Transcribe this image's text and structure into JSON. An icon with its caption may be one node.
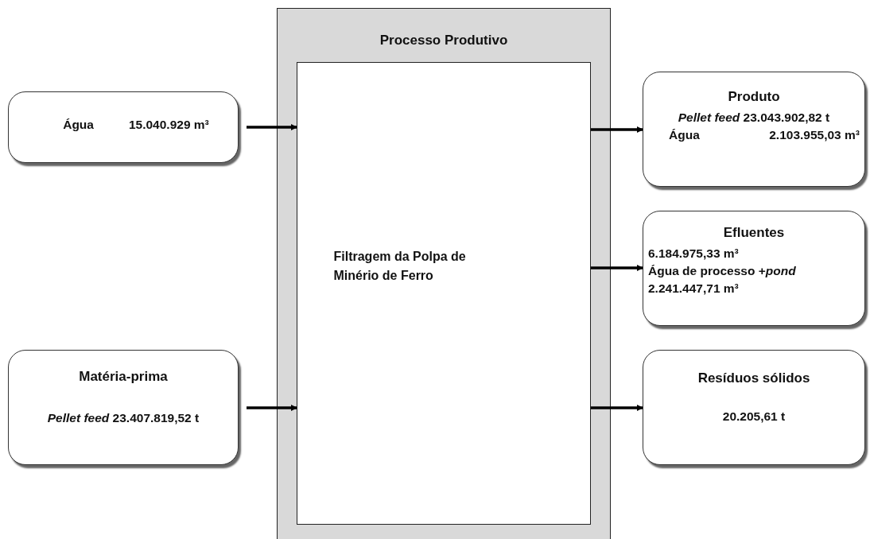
{
  "diagram": {
    "nodes": [
      {
        "text": [
          "Processo Produtivo"
        ]
      },
      {
        "text": [
          "Filtragem da Polpa de Minério de Ferro"
        ],
        "in": 0
      },
      {
        "text": [
          "Água",
          "15.040.929 m³"
        ]
      },
      {
        "text": [
          "Matéria-prima",
          "*Pellet feed*  23.407.819,52 t"
        ]
      },
      {
        "text": [
          "Produto",
          "*Pellet feed* 23.043.902,82 t",
          "Água",
          "2.103.955,03 m³"
        ]
      },
      {
        "text": [
          "Efluentes",
          "6.184.975,33 m³",
          "Água de processo +*pond*",
          "2.241.447,71 m³"
        ]
      },
      {
        "text": [
          "Resíduos sólidos",
          "20.205,61 t"
        ]
      }
    ],
    "edges": [
      {
        "from": 2,
        "to": 1,
        "arrow": "to"
      },
      {
        "from": 3,
        "to": 1,
        "arrow": "to"
      },
      {
        "from": 1,
        "to": 4,
        "arrow": "to"
      },
      {
        "from": 1,
        "to": 5,
        "arrow": "to"
      },
      {
        "from": 1,
        "to": 6,
        "arrow": "to"
      }
    ]
  }
}
